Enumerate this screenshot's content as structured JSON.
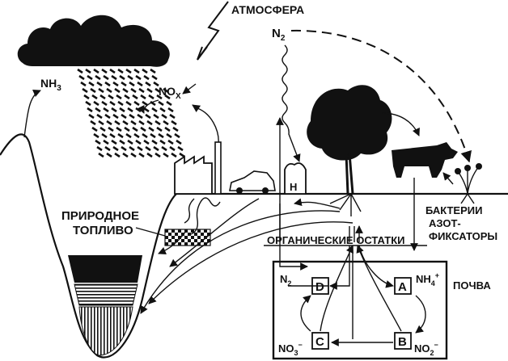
{
  "labels": {
    "atmosphere": "АТМОСФЕРА",
    "n2_top": "N",
    "n2_top_sub": "2",
    "nh3": "NH",
    "nh3_sub": "3",
    "nox": "NO",
    "nox_sub": "X",
    "fossil_fuel_line1": "ПРИРОДНОЕ",
    "fossil_fuel_line2": "ТОПЛИВО",
    "organic_residues": "ОРГАНИЧЕСКИЕ ОСТАТКИ",
    "bacteria_line1": "БАКТЕРИИ",
    "bacteria_line2": "АЗОТ-",
    "bacteria_line3": "ФИКСАТОРЫ",
    "soil": "ПОЧВА",
    "fertilizer_bag": "H",
    "n2_soil": "N",
    "n2_soil_sub": "2",
    "nh4": "NH",
    "nh4_sub": "4",
    "nh4_sup": "+",
    "no3": "NO",
    "no3_sub": "3",
    "no3_sup": "−",
    "no2": "NO",
    "no2_sub": "2",
    "no2_sup": "−"
  },
  "boxes": {
    "a": "A",
    "b": "B",
    "c": "C",
    "d": "D"
  }
}
